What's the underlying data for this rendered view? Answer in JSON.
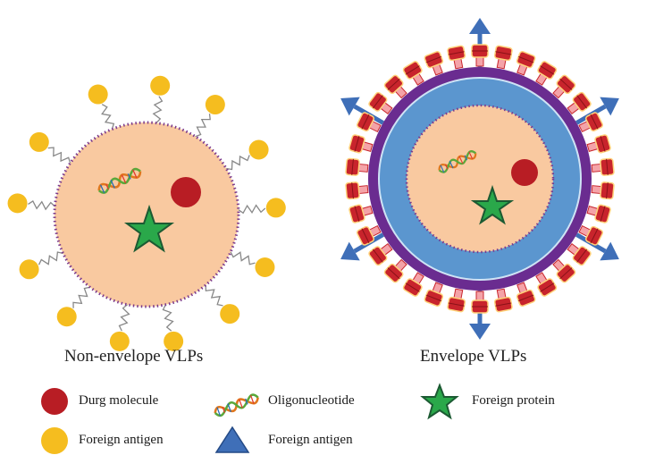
{
  "captions": {
    "left": "Non-envelope VLPs",
    "right": "Envelope VLPs"
  },
  "legend": {
    "drug": "Durg molecule",
    "oligo": "Oligonucleotide",
    "protein": "Foreign protein",
    "antigen_circle": "Foreign antigen",
    "antigen_triangle": "Foreign antigen"
  },
  "colors": {
    "core_fill": "#f9c9a0",
    "membrane_dots": "#7b3a8c",
    "drug": "#b81d24",
    "protein": "#2aa84a",
    "antigen_circle": "#f5bd1f",
    "antigen_triangle": "#3f6fb8",
    "envelope_purple": "#6a2c90",
    "envelope_blue": "#5b96cf",
    "spike_red": "#c8242c",
    "spike_pink": "#f4a3a8"
  }
}
